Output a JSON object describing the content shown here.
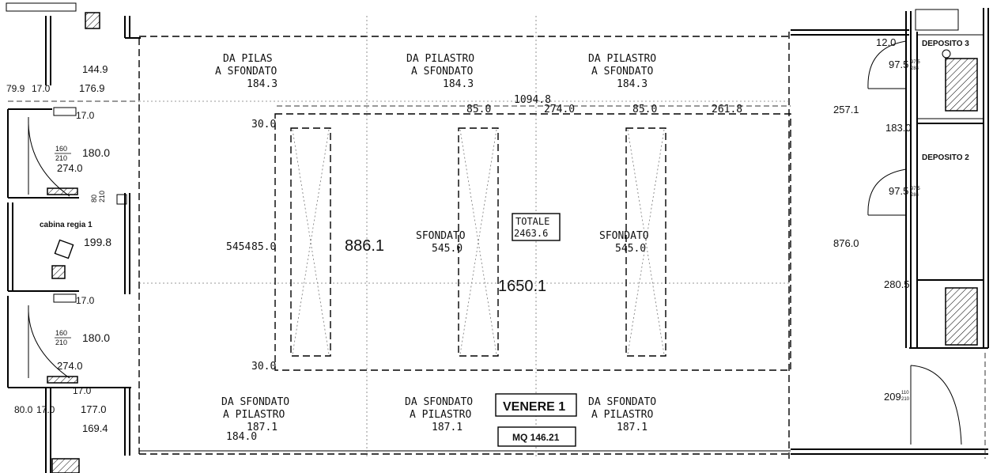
{
  "room": {
    "name": "VENERE 1",
    "area": "MQ 146.21",
    "total_label": "TOTALE",
    "total_value": "2463.6",
    "center_dim": "1650.1",
    "left_dim": "886.1",
    "right_dim": "876.0",
    "left_edge_dim": "5454",
    "left_inner_dim": "85.0"
  },
  "top_notes": [
    {
      "line1": "DA PILAS",
      "line2": "A SFONDATO",
      "value": "184.3"
    },
    {
      "line1": "DA PILASTRO",
      "line2": "A SFONDATO",
      "value": "184.3"
    },
    {
      "line1": "DA PILASTRO",
      "line2": "A SFONDATO",
      "value": "184.3"
    }
  ],
  "bottom_notes": [
    {
      "line1": "DA SFONDATO",
      "line2": "A PILASTRO",
      "value": "187.1"
    },
    {
      "line1": "DA SFONDATO",
      "line2": "A PILASTRO",
      "value": "187.1"
    },
    {
      "line1": "DA SFONDATO",
      "line2": "A PILASTRO",
      "value": "187.1"
    }
  ],
  "extra_bottom_dim": "184.0",
  "sfondato": [
    {
      "label": "SFONDATO",
      "value": "545.0"
    },
    {
      "label": "SFONDATO",
      "value": "545.0"
    }
  ],
  "dims_top_row": [
    "1094.8",
    "85.0",
    "274.0",
    "85.0",
    "261.8",
    "257.1"
  ],
  "corner_dims": {
    "top": "30.0",
    "bottom": "30.0"
  },
  "left_wing": {
    "upper_values": [
      "144.9",
      "79.9",
      "17.0",
      "176.9"
    ],
    "door_upper": {
      "w": "160",
      "h": "210",
      "dim": "180.0",
      "depth": "274.0",
      "top": "17.0"
    },
    "side_door": {
      "w": "80",
      "h": "210"
    },
    "cabin_label": "cabina regia 1",
    "cabin_dim": "199.8",
    "door_lower": {
      "w": "160",
      "h": "210",
      "dim": "180.0",
      "depth": "274.0",
      "top": "17.0"
    },
    "lower_values": [
      "17.0",
      "80.0",
      "17.0",
      "177.0",
      "169.4"
    ]
  },
  "right_wing": {
    "deposito3": "DEPOSITO 3",
    "deposito2": "DEPOSITO 2",
    "values": [
      "12.0",
      "97.5",
      "183.0",
      "97.5",
      "280.5",
      "209"
    ],
    "small": [
      "97.5",
      "284",
      "97.5",
      "284",
      "110",
      "210"
    ]
  }
}
